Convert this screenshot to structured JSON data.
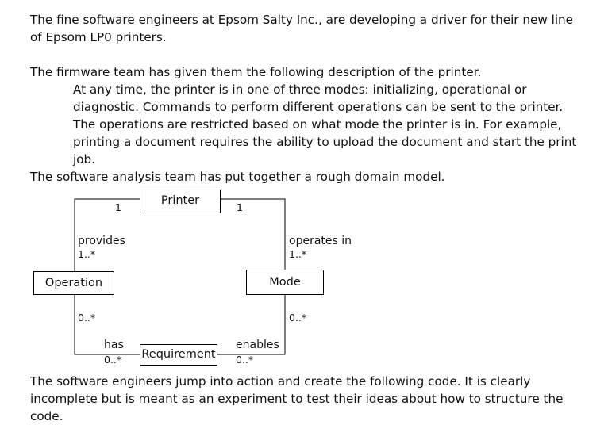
{
  "document": {
    "intro": "The fine software engineers at Epsom Salty Inc., are developing a driver for their new line of Epsom LP0 printers.",
    "firmware_lead": "The firmware team has given them the following description of the printer.",
    "firmware_quote": "At any time, the printer is in one of three modes: initializing, operational or diagnostic. Commands to perform different operations can be sent to the printer. The operations are restricted based on what mode the printer is in. For example, printing a document requires the ability to upload the document and start the print job.",
    "analysis_lead": "The software analysis team has put together a rough domain model.",
    "closing": "The software engineers jump into action and create the following code. It is clearly incomplete but is meant as an experiment to test their ideas about how to structure the code."
  },
  "diagram": {
    "classes": {
      "printer": "Printer",
      "operation": "Operation",
      "mode": "Mode",
      "requirement": "Requirement"
    },
    "associations": {
      "provides": {
        "name": "provides",
        "printer_mult": "1",
        "operation_mult": "1..*"
      },
      "operates_in": {
        "name": "operates in",
        "printer_mult": "1",
        "mode_mult": "1..*"
      },
      "has": {
        "name": "has",
        "operation_mult": "0..*",
        "requirement_mult": "0..*"
      },
      "enables": {
        "name": "enables",
        "mode_mult": "0..*",
        "requirement_mult": "0..*"
      }
    }
  }
}
